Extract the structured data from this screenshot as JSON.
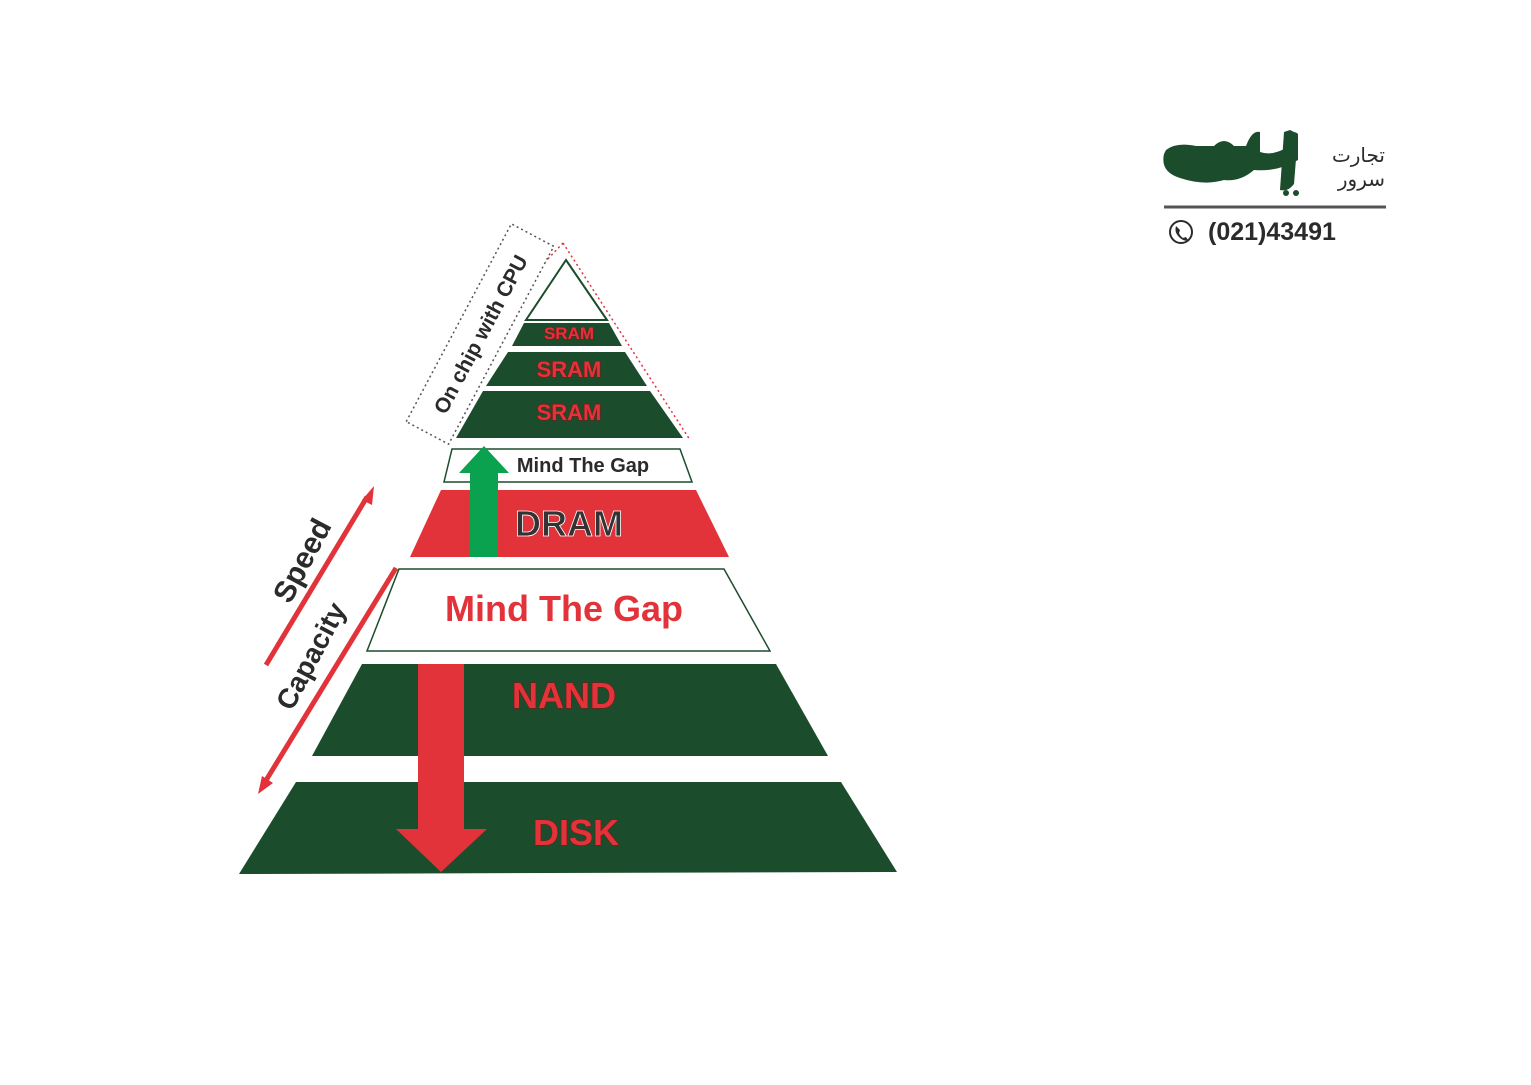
{
  "colors": {
    "dark_green": "#1b4d2c",
    "red": "#e2323a",
    "green_arrow": "#0aa14f",
    "text_dark": "#2b2b2b",
    "white": "#ffffff"
  },
  "pyramid": {
    "levels": {
      "sram_l1": "SRAM",
      "sram_l2": "SRAM",
      "sram_l3": "SRAM",
      "gap_small": "Mind The Gap",
      "dram": "DRAM",
      "gap_large": "Mind The Gap",
      "nand": "NAND",
      "disk": "DISK"
    },
    "on_chip_label": "On chip with CPU",
    "speed_label": "Speed",
    "capacity_label": "Capacity"
  },
  "logo": {
    "brand_text": "پارسه",
    "sub_line_1": "تجارت",
    "sub_line_2": "سرور",
    "phone": "(021)43491",
    "phone_icon": "phone-icon"
  }
}
